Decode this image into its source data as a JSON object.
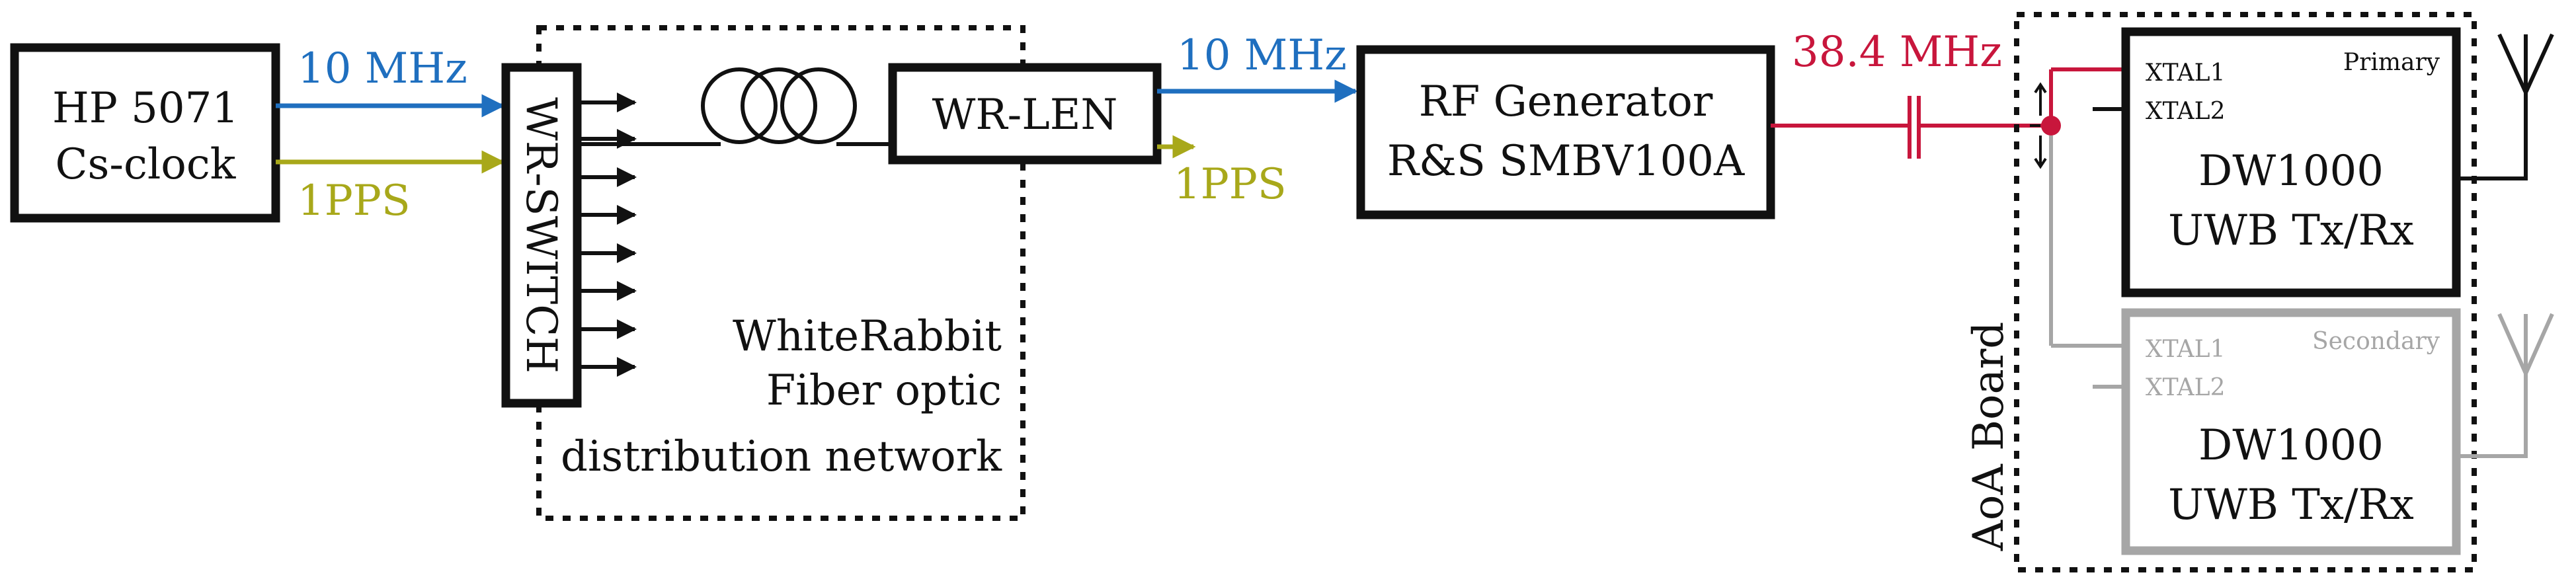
{
  "colors": {
    "black": "#111111",
    "blue": "#1f6fbf",
    "olive": "#a8a81a",
    "crimson": "#c8163c",
    "gray": "#a6a6a6"
  },
  "hp": {
    "line1": "HP 5071",
    "line2": "Cs-clock"
  },
  "signals": {
    "ref_10mhz_a": "10 MHz",
    "pps_a": "1PPS",
    "ref_10mhz_b": "10 MHz",
    "pps_b": "1PPS",
    "rf_38mhz": "38.4 MHz"
  },
  "wr_switch": {
    "label": "WR-SWITCH"
  },
  "wr_len": {
    "label": "WR-LEN"
  },
  "network": {
    "line1": "WhiteRabbit",
    "line2": "Fiber optic",
    "line3": "distribution network"
  },
  "rf_generator": {
    "line1": "RF Generator",
    "line2": "R&S SMBV100A"
  },
  "aoa_board": {
    "label": "AoA Board"
  },
  "primary": {
    "tag": "Primary",
    "pin1": "XTAL1",
    "pin2": "XTAL2",
    "line1": "DW1000",
    "line2": "UWB Tx/Rx"
  },
  "secondary": {
    "tag": "Secondary",
    "pin1": "XTAL1",
    "pin2": "XTAL2",
    "line1": "DW1000",
    "line2": "UWB Tx/Rx"
  }
}
